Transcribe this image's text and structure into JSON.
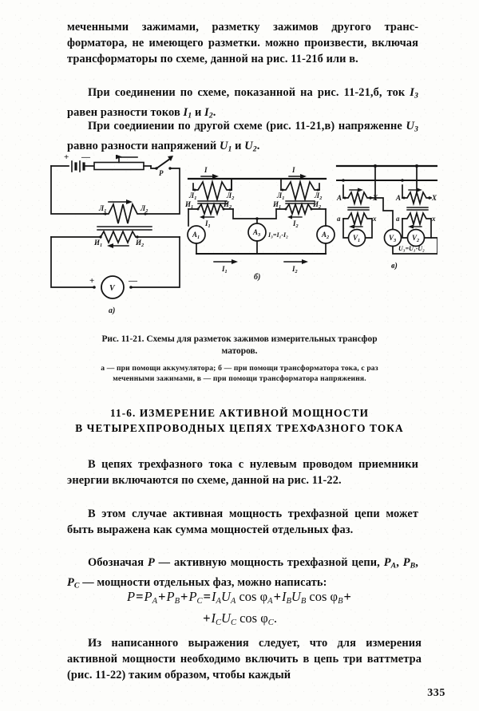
{
  "document": {
    "page_number": "335",
    "language": "ru"
  },
  "paragraphs": {
    "p1": "меченными зажимами, разметку зажимов другого транс­форматора, не имеющего разметки. можно произвести, включая трансформаторы по схеме, данной на рис. 11-21б или в.",
    "p2_prefix": "При соединении по схеме, показанной на рис. 11-21,б, ток ",
    "p2_i3": "I",
    "p2_i3_sub": "3",
    "p2_mid": " равен разности токов ",
    "p2_i1": "I",
    "p2_i1_sub": "1",
    "p2_and": " и ",
    "p2_i2": "I",
    "p2_i2_sub": "2",
    "p2_end": ".",
    "p3_prefix": "При соедииении по другой схеме (рис. 11-21,в) на­пряженне ",
    "p3_u3": "U",
    "p3_u3_sub": "3",
    "p3_mid": " равно разности напряжений ",
    "p3_u1": "U",
    "p3_u1_sub": "1",
    "p3_and": " и ",
    "p3_u2": "U",
    "p3_u2_sub": "2",
    "p3_end": ".",
    "p4": "В цепях трехфазного тока с нулевым проводом при­емники энергии включаются по схеме, данной на рис. 11-22.",
    "p5": "В этом случае активная мощность трехфазной цепи может быть выражена как сумма мощностей отдельных фаз.",
    "p6_prefix": "Обозначая ",
    "p6_P": "P",
    "p6_mid": " — активную мощность трехфазной цепи, ",
    "p6_PA": "P",
    "p6_PA_sub": "A",
    "p6_c1": ", ",
    "p6_PB": "P",
    "p6_PB_sub": "B",
    "p6_c2": ", ",
    "p6_PC": "P",
    "p6_PC_sub": "C",
    "p6_end": " — мощности отдельных фаз, можно написать:",
    "p7": "Из написанного выражения следует, что для измере­ния активной мощности необходимо включить в цепь три ваттметра (рис. 11-22) таким образом, чтобы каждый"
  },
  "formula": {
    "line1": "P = P_A + P_B + P_C = I_A U_A cos φ_A + I_B U_B cos φ_B +",
    "line2": "+ I_C U_C cos φ_C .",
    "tokens": {
      "P": "P",
      "eq": "=",
      "plus": "+",
      "cos": "cos",
      "phi": "φ",
      "I": "I",
      "U": "U",
      "subA": "A",
      "subB": "B",
      "subC": "C",
      "period": "."
    }
  },
  "figure": {
    "caption_line1": "Рис. 11-21. Схемы для разметок зажимов измерительных трансфор­",
    "caption_line2": "маторов.",
    "legend_line1": "а — при помощи аккумулятора; б — при помощи трансформатора тока, с раз­",
    "legend_line2": "меченными зажимами, в — при помощи трансформатора напряжеиня.",
    "panels": [
      {
        "id": "a",
        "label": "а)",
        "elements": {
          "battery_plus": "+",
          "battery_minus": "—",
          "switch_label": "Р",
          "primary_terminal_1": "Л",
          "primary_terminal_1_sub": "1",
          "primary_terminal_2": "Л",
          "primary_terminal_2_sub": "2",
          "secondary_terminal_1": "И",
          "secondary_terminal_1_sub": "1",
          "secondary_terminal_2": "И",
          "secondary_terminal_2_sub": "2",
          "meter": "V",
          "meter_plus": "+",
          "meter_minus": "—"
        }
      },
      {
        "id": "b",
        "label": "б)",
        "elements": {
          "current_left": "I",
          "current_right": "I",
          "primary_1a": "Л",
          "primary_1a_sub": "1",
          "primary_2a": "Л",
          "primary_2a_sub": "2",
          "primary_1b": "Л",
          "primary_1b_sub": "1",
          "primary_2b": "Л",
          "primary_2b_sub": "2",
          "secondary_1a": "И",
          "secondary_1a_sub": "1",
          "secondary_2a": "И",
          "secondary_2a_sub": "2",
          "secondary_1b": "И",
          "secondary_1b_sub": "1",
          "secondary_2b": "И",
          "secondary_2b_sub": "2",
          "i1_inner": "I",
          "i1_inner_sub": "1",
          "i2_inner": "I",
          "i2_inner_sub": "2",
          "ammeter_1": "A",
          "ammeter_1_sub": "1",
          "ammeter_3": "A",
          "ammeter_3_sub": "3",
          "ammeter_2": "A",
          "ammeter_2_sub": "2",
          "equation": "I₃=I₁-I₂",
          "line_i1": "I",
          "line_i1_sub": "1",
          "line_i2": "I",
          "line_i2_sub": "2"
        }
      },
      {
        "id": "v",
        "label": "в)",
        "elements": {
          "primary_A_left": "A",
          "primary_X_left": "X",
          "secondary_a_left": "a",
          "secondary_x_left": "x",
          "primary_A_right": "A",
          "primary_X_right": "X",
          "secondary_a_right": "a",
          "secondary_x_right": "x",
          "voltmeter_1": "V",
          "voltmeter_1_sub": "1",
          "voltmeter_3": "V",
          "voltmeter_3_sub": "3",
          "voltmeter_2": "V",
          "voltmeter_2_sub": "2",
          "equation": "U₃=U₁-U₂"
        }
      }
    ]
  },
  "heading": {
    "line1": "11-6. ИЗМЕРЕНИЕ АКТИВНОЙ МОЩНОСТИ",
    "line2": "В ЧЕТЫРЕХПРОВОДНЫХ ЦЕПЯХ ТРЕХФАЗНОГО ТОКА"
  },
  "colors": {
    "ink": "#111111",
    "paper": "#fdfdfb"
  }
}
